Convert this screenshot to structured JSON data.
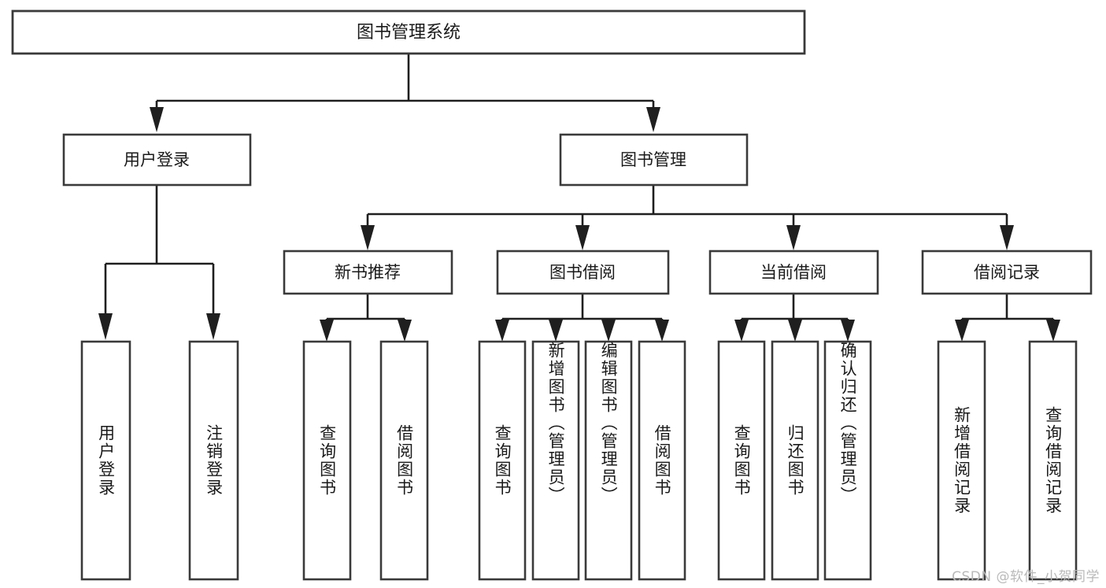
{
  "diagram": {
    "type": "tree-hierarchy",
    "title": "图书管理系统",
    "watermark": "CSDN @软件_小贺同学",
    "colors": {
      "background": "#ffffff",
      "box_stroke": "#3a3a3a",
      "connector": "#1f1f1f",
      "text": "#1a1a1a",
      "watermark": "#b9b9b9"
    },
    "root": {
      "id": "root",
      "label": "图书管理系统"
    },
    "level1": [
      {
        "id": "user-login",
        "label": "用户登录"
      },
      {
        "id": "book-manage",
        "label": "图书管理"
      }
    ],
    "level2": [
      {
        "id": "new-book-recommend",
        "label": "新书推荐",
        "parent": "book-manage"
      },
      {
        "id": "book-borrow",
        "label": "图书借阅",
        "parent": "book-manage"
      },
      {
        "id": "current-borrow",
        "label": "当前借阅",
        "parent": "book-manage"
      },
      {
        "id": "borrow-record",
        "label": "借阅记录",
        "parent": "book-manage"
      }
    ],
    "leaves": {
      "user_login": [
        {
          "id": "leaf-user-login",
          "label": "用户登录"
        },
        {
          "id": "leaf-logout",
          "label": "注销登录"
        }
      ],
      "new_book_recommend": [
        {
          "id": "leaf-query-book-1",
          "label": "查询图书"
        },
        {
          "id": "leaf-borrow-book-1",
          "label": "借阅图书"
        }
      ],
      "book_borrow": [
        {
          "id": "leaf-query-book-2",
          "label": "查询图书"
        },
        {
          "id": "leaf-add-book",
          "label": "新增图书（管理员）"
        },
        {
          "id": "leaf-edit-book",
          "label": "编辑图书（管理员）"
        },
        {
          "id": "leaf-borrow-book-2",
          "label": "借阅图书"
        }
      ],
      "current_borrow": [
        {
          "id": "leaf-query-book-3",
          "label": "查询图书"
        },
        {
          "id": "leaf-return-book",
          "label": "归还图书"
        },
        {
          "id": "leaf-confirm-return",
          "label": "确认归还（管理员）"
        }
      ],
      "borrow_record": [
        {
          "id": "leaf-add-record",
          "label": "新增借阅记录"
        },
        {
          "id": "leaf-query-record",
          "label": "查询借阅记录"
        }
      ]
    }
  }
}
